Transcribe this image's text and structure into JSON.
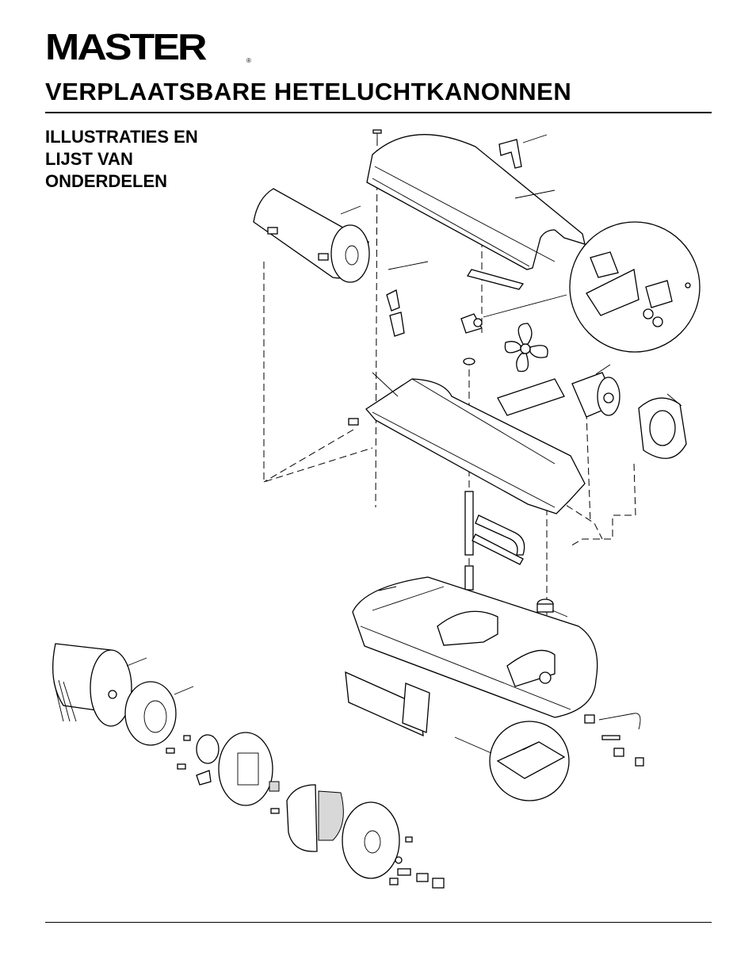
{
  "brand": {
    "logo_text": "MASTER",
    "registered_mark": "®"
  },
  "header": {
    "title": "VERPLAATSBARE HETELUCHTKANONNEN"
  },
  "section": {
    "title": "ILLUSTRATIES EN\nLIJST VAN\nONDERDELEN"
  },
  "colors": {
    "ink": "#000000",
    "paper": "#ffffff"
  }
}
